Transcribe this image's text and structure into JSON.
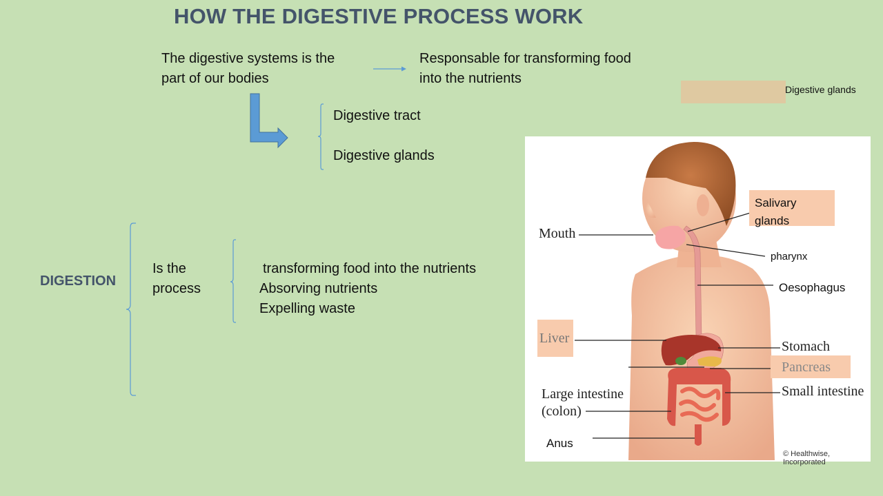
{
  "title": "HOW THE DIGESTIVE PROCESS WORK",
  "intro": {
    "left_line1": "The digestive systems is the",
    "left_line2": "part of our bodies",
    "right_line1": "Responsable for transforming food",
    "right_line2": "into the nutrients"
  },
  "parts": {
    "item1": "Digestive tract",
    "item2": "Digestive glands"
  },
  "legend": {
    "label": "Digestive glands",
    "swatch_color": "#dfc9a1"
  },
  "digestion": {
    "term": "DIGESTION",
    "is_line1": "Is the",
    "is_line2": "process",
    "steps": [
      "transforming food into the nutrients",
      "Absorving nutrients",
      "Expelling waste"
    ]
  },
  "figure": {
    "labels": {
      "mouth": "Mouth",
      "salivary_line1": "Salivary",
      "salivary_line2": "glands",
      "pharynx": "pharynx",
      "oesophagus": "Oesophagus",
      "liver": "Liver",
      "stomach": "Stomach",
      "pancreas": "Pancreas",
      "small_intestine": "Small intestine",
      "large_intestine_line1": "Large intestine",
      "large_intestine_line2": "(colon)",
      "anus": "Anus",
      "credit": "© Healthwise, Incorporated"
    }
  },
  "colors": {
    "background": "#c6e0b4",
    "title": "#44546a",
    "accent": "#5b9bd5",
    "highlight": "#f8cbad"
  }
}
